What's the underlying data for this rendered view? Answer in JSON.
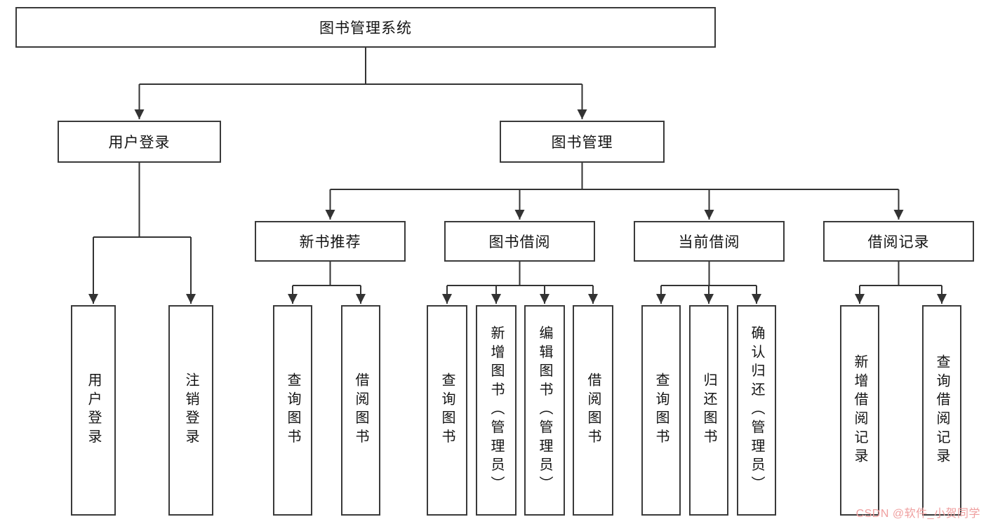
{
  "nodes": {
    "root": "图书管理系统",
    "user_login": "用户登录",
    "book_mgmt": "图书管理",
    "new_book": "新书推荐",
    "book_borrow": "图书借阅",
    "current_borrow": "当前借阅",
    "borrow_record": "借阅记录"
  },
  "leaves": {
    "user_login": [
      "用户登录",
      "注销登录"
    ],
    "new_book": [
      "查询图书",
      "借阅图书"
    ],
    "book_borrow": [
      "查询图书",
      "新增图书（管理员）",
      "编辑图书（管理员）",
      "借阅图书"
    ],
    "current_borrow": [
      "查询图书",
      "归还图书",
      "确认归还（管理员）"
    ],
    "borrow_record": [
      "新增借阅记录",
      "查询借阅记录"
    ]
  },
  "watermark": "CSDN @软件_小贺同学",
  "colors": {
    "line": "#333333",
    "border": "#3a3a3a",
    "watermark": "#ef9f9f"
  }
}
